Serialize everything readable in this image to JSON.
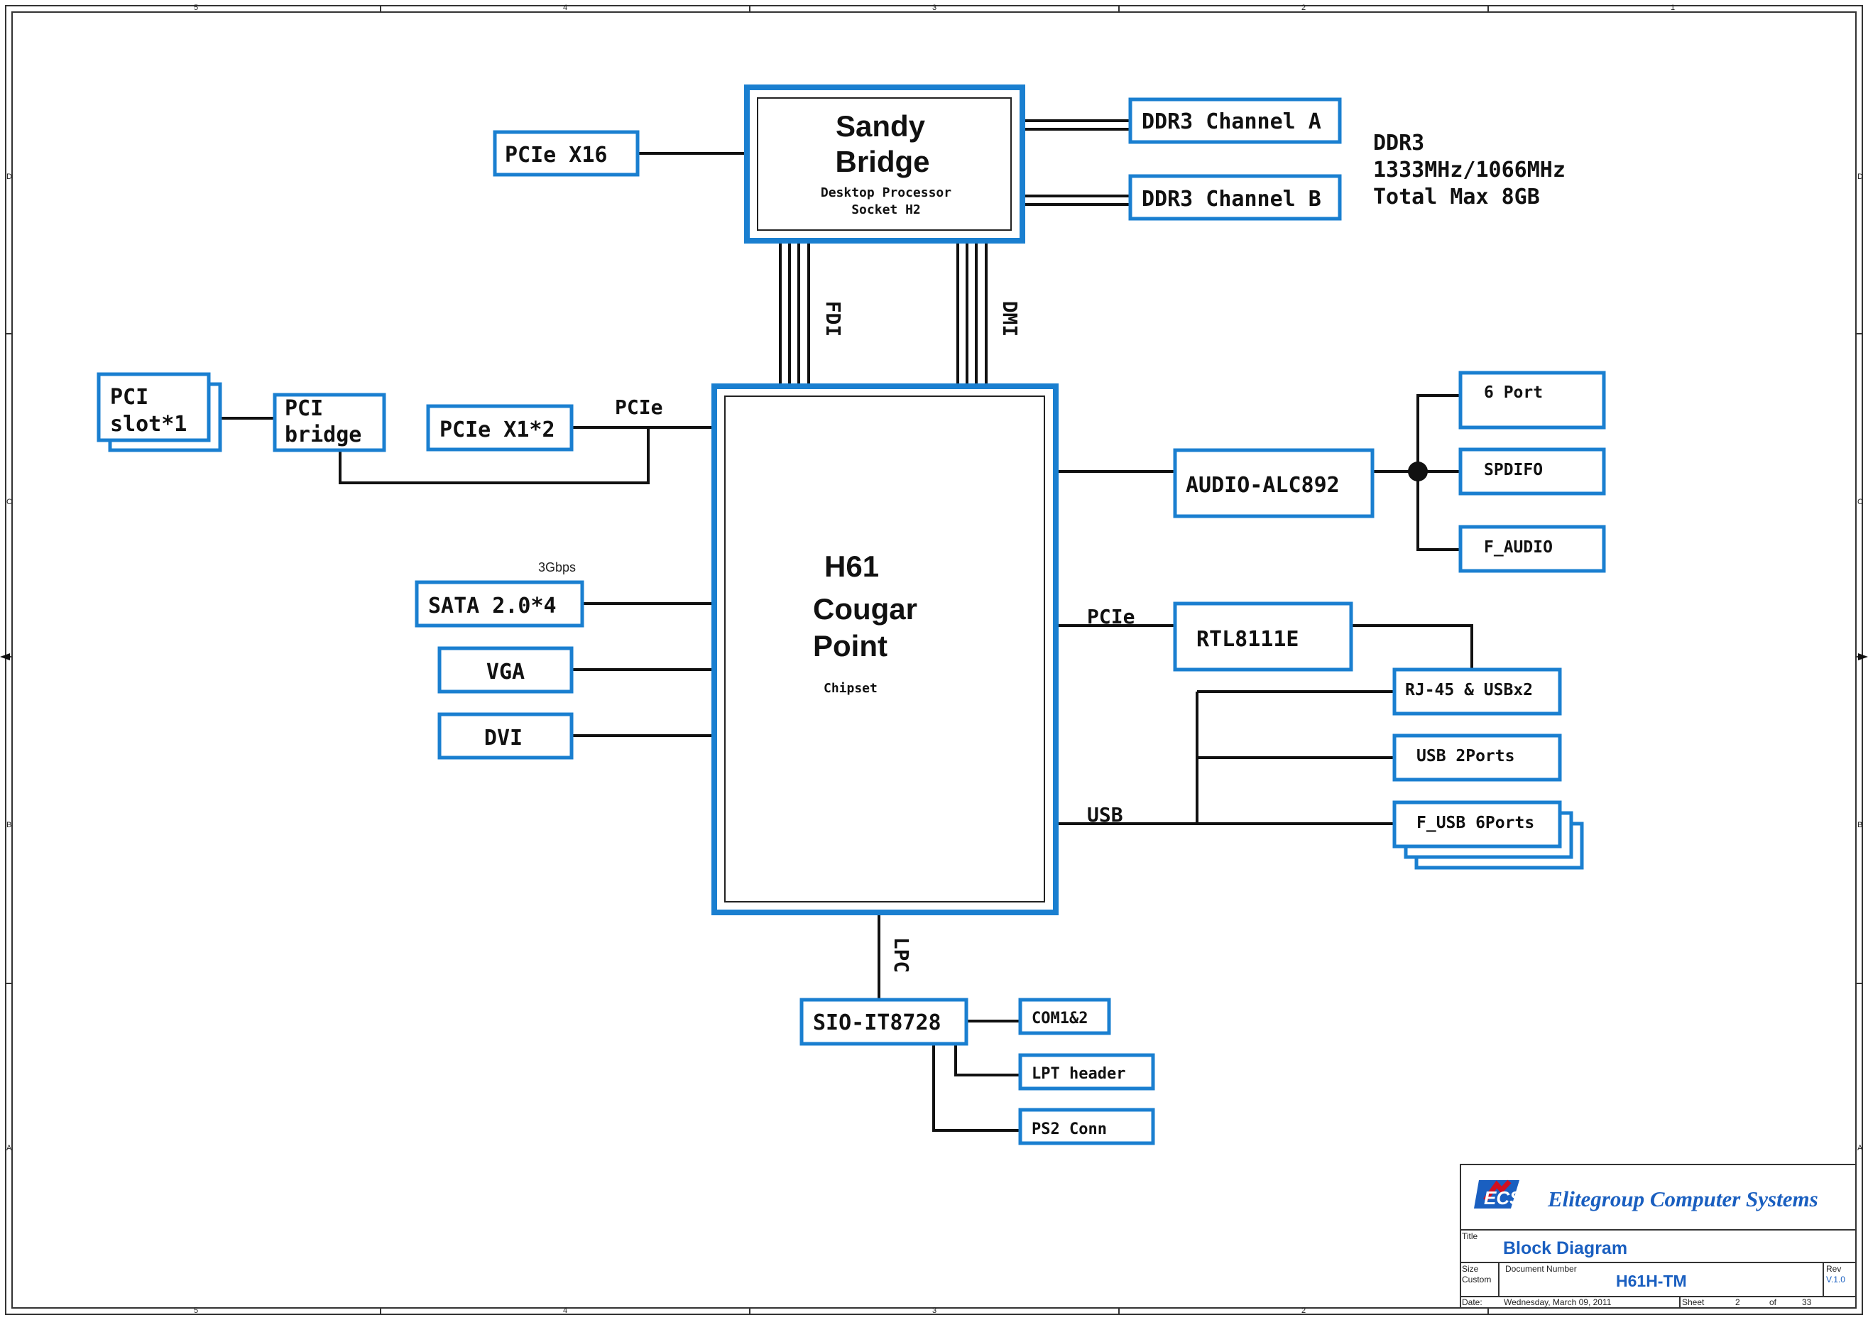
{
  "colors": {
    "box_border": "#1a7fd0",
    "title_blue": "#1a5fc0",
    "brand_red": "#d01020",
    "wire": "#111111"
  },
  "border": {
    "top_zones": [
      "5",
      "4",
      "3",
      "2",
      "1"
    ],
    "side_zones": [
      "D",
      "C",
      "B",
      "A"
    ]
  },
  "cpu": {
    "name_line1": "Sandy",
    "name_line2": "Bridge",
    "sub1": "Desktop Processor",
    "sub2": "Socket H2"
  },
  "chipset": {
    "name_line1": "H61",
    "name_line2": "Cougar",
    "name_line3": "Point",
    "sub": "Chipset"
  },
  "memory": {
    "channel_a": "DDR3 Channel A",
    "channel_b": "DDR3 Channel B",
    "note_line1": "DDR3",
    "note_line2": "1333MHz/1066MHz",
    "note_line3": "Total Max 8GB"
  },
  "buses": {
    "fdi": "FDI",
    "dmi": "DMI",
    "lpc": "LPC",
    "pcie_left": "PCIe",
    "pcie_right": "PCIe",
    "usb": "USB",
    "sata_speed": "3Gbps"
  },
  "left_blocks": {
    "pcie_x16": "PCIe X16",
    "pci_slot_line1": "PCI",
    "pci_slot_line2": "slot*1",
    "pci_bridge_line1": "PCI",
    "pci_bridge_line2": "bridge",
    "pcie_x1": "PCIe X1*2",
    "sata": "SATA 2.0*4",
    "vga": "VGA",
    "dvi": "DVI"
  },
  "right_blocks": {
    "audio": "AUDIO-ALC892",
    "six_port": "6 Port",
    "spdifo": "SPDIFO",
    "f_audio": "F_AUDIO",
    "lan": "RTL8111E",
    "rj45": "RJ-45 & USBx2",
    "usb2": "USB 2Ports",
    "f_usb": "F_USB 6Ports"
  },
  "sio": {
    "chip": "SIO-IT8728",
    "com": "COM1&2",
    "lpt": "LPT header",
    "ps2": "PS2 Conn"
  },
  "title_block": {
    "logo": "ECS",
    "company": "Elitegroup Computer Systems",
    "title_label": "Title",
    "title": "Block Diagram",
    "size_label": "Size",
    "size": "Custom",
    "docnum_label": "Document Number",
    "docnum": "H61H-TM",
    "rev_label": "Rev",
    "rev": "V.1.0",
    "date_label": "Date:",
    "date": "Wednesday, March 09, 2011",
    "sheet_label": "Sheet",
    "sheet": "2",
    "of_label": "of",
    "total": "33"
  }
}
